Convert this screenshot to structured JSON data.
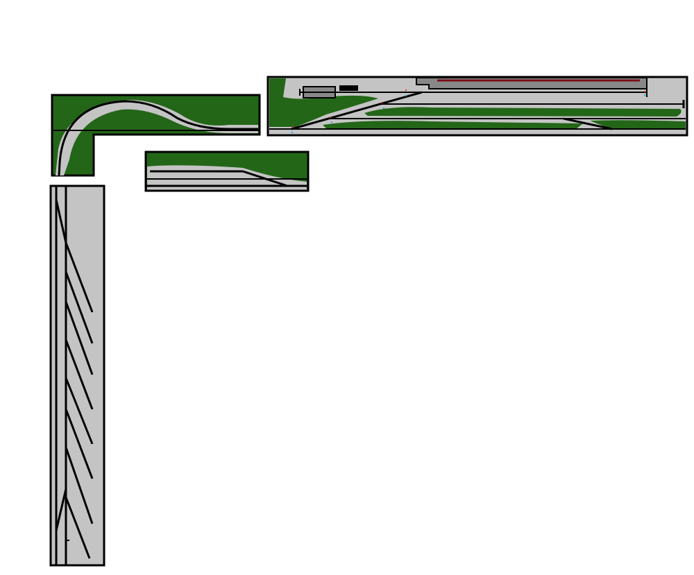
{
  "colors": {
    "background": "#ffffff",
    "baseboard": "#c4c4c4",
    "scenery": "#236618",
    "track": "#000000",
    "platform": "#888888",
    "platform_edge": "#7a0f1a",
    "marker_red": "#e03030",
    "marker_blue": "#30a0e0"
  },
  "modules": [
    {
      "id": "curve-module",
      "kind": "L-shaped curve"
    },
    {
      "id": "siding-module",
      "kind": "straight with turnout"
    },
    {
      "id": "station-module",
      "kind": "station yard"
    },
    {
      "id": "fiddle-yard",
      "kind": "storage yard"
    }
  ]
}
